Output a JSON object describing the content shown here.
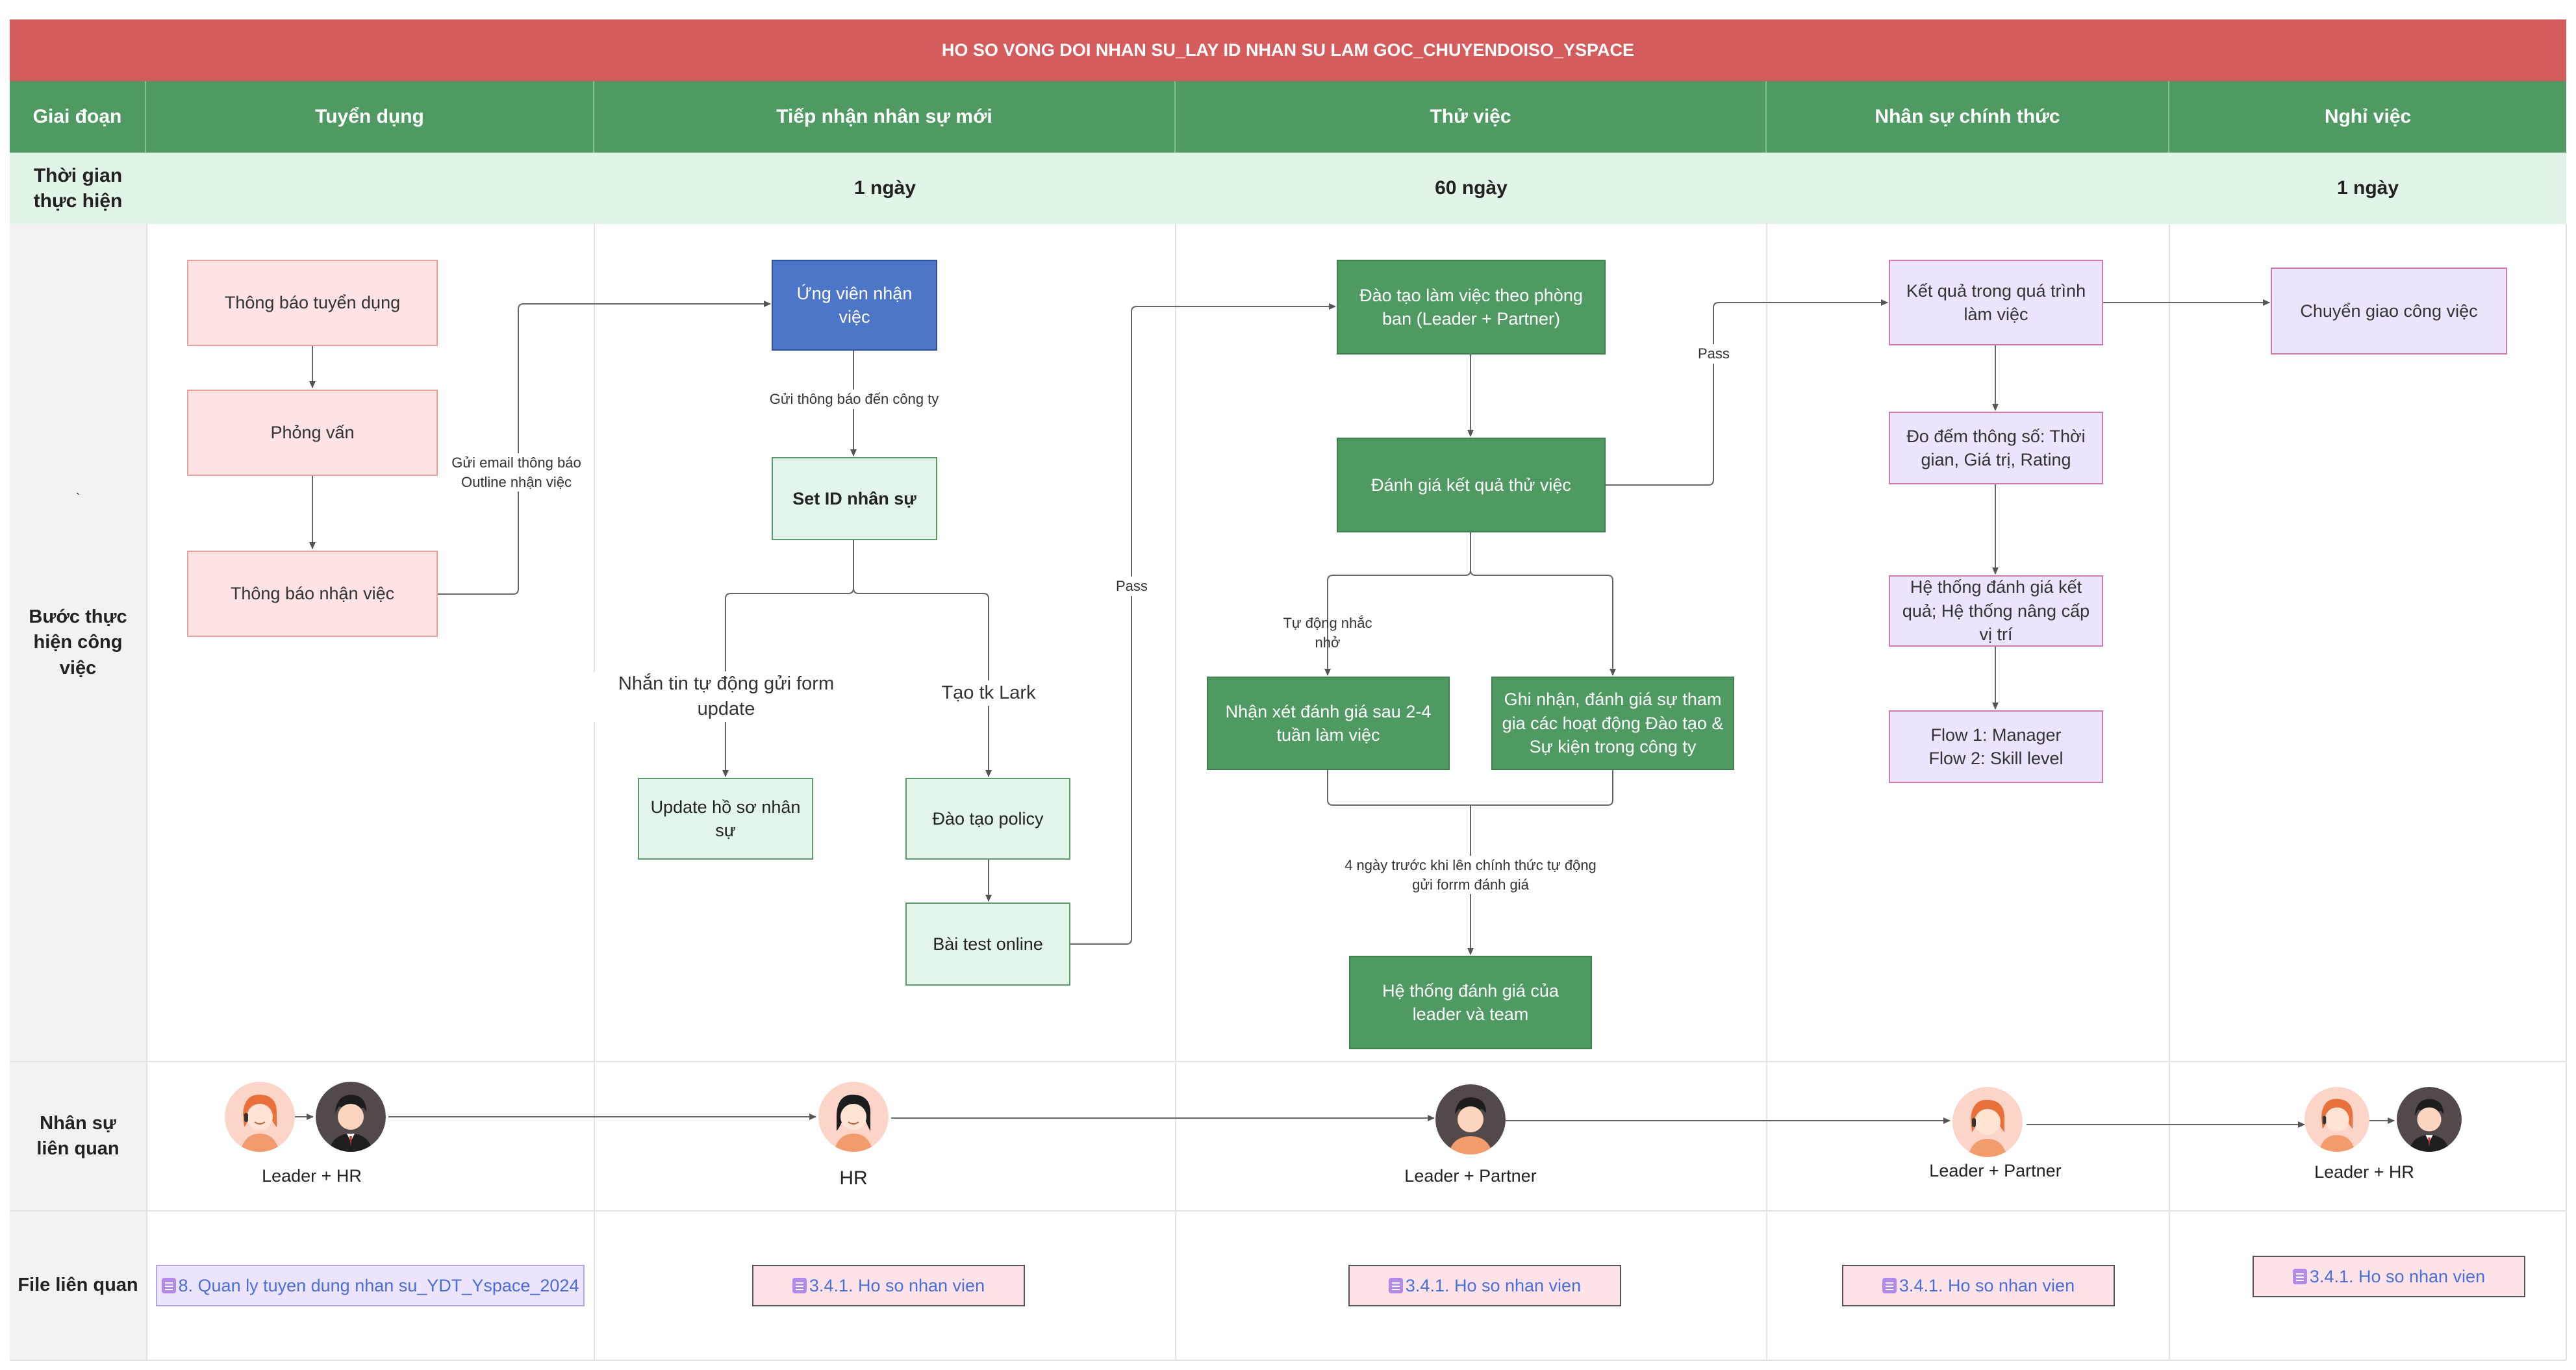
{
  "title": "HO SO VONG DOI NHAN SU_LAY ID NHAN SU LAM GOC_CHUYENDOISO_YSPACE",
  "colors": {
    "title_bar": "#d45c5c",
    "header": "#4f9a62",
    "time_row": "#e2f4e6",
    "pink_node": "#fde3e3",
    "mint_node": "#e3f5e8",
    "blue_node": "#4e76c8",
    "lavender_node": "#ece3fc",
    "link_text": "#4a6fd8"
  },
  "row_labels": {
    "phase": "Giai đoạn",
    "duration": "Thời gian thực hiện",
    "steps": "Bước thực hiện công việc",
    "steps_marker": "`",
    "people": "Nhân sự liên quan",
    "files": "File liên quan"
  },
  "phases": [
    {
      "name": "Tuyển dụng",
      "duration": ""
    },
    {
      "name": "Tiếp nhận nhân sự mới",
      "duration": "1 ngày"
    },
    {
      "name": "Thử việc",
      "duration": "60 ngày"
    },
    {
      "name": "Nhân sự chính thức",
      "duration": ""
    },
    {
      "name": "Nghỉ việc",
      "duration": "1 ngày"
    }
  ],
  "nodes": {
    "recruit_notice": "Thông báo tuyển dụng",
    "interview": "Phỏng vấn",
    "offer_notice": "Thông báo nhận việc",
    "candidate_accept": "Ứng viên nhận việc",
    "set_id": "Set ID nhân sự",
    "update_profile": "Update hồ sơ nhân sự",
    "policy_training": "Đào tạo policy",
    "online_test": "Bài test online",
    "dept_training": "Đào tạo làm việc theo phòng ban (Leader + Partner)",
    "probation_eval": "Đánh giá kết quả thử việc",
    "review_2_4": "Nhận xét đánh giá sau 2-4 tuần làm việc",
    "activity_eval": "Ghi nhận, đánh giá sự tham gia các hoạt động Đào tạo & Sự kiện trong công ty",
    "leader_team_eval": "Hệ thống đánh giá của leader và team",
    "work_results": "Kết quả trong quá trình làm việc",
    "measure_metrics": "Đo đếm thông số: Thời gian, Giá trị, Rating",
    "eval_system": "Hệ thống đánh giá kết quả; Hệ thống nâng cấp vị trí",
    "flows": "Flow 1: Manager\nFlow 2: Skill level",
    "handover": "Chuyển giao công việc"
  },
  "edge_labels": {
    "email_offer": "Gửi email thông báo\nOutline nhận việc",
    "notify_company": "Gửi thông báo đến công ty",
    "auto_form": "Nhắn tin tự động gửi form update",
    "create_lark": "Tạo tk Lark",
    "pass_test": "Pass",
    "pass_eval": "Pass",
    "auto_remind": "Tự động nhắc nhở",
    "four_days": "4 ngày trước khi lên chính thức tự động\ngửi forrm đánh giá"
  },
  "people": [
    {
      "label": "Leader + HR",
      "avatars": [
        "woman-headset-avatar-icon",
        "man-suit-avatar-icon"
      ]
    },
    {
      "label": "HR",
      "avatars": [
        "woman-headset-avatar-icon"
      ]
    },
    {
      "label": "Leader + Partner",
      "avatars": [
        "man-casual-avatar-icon"
      ]
    },
    {
      "label": "Leader + Partner",
      "avatars": [
        "woman-headset-avatar-icon"
      ]
    },
    {
      "label": "Leader + HR",
      "avatars": [
        "woman-headset-avatar-icon",
        "man-suit-avatar-icon"
      ]
    }
  ],
  "files": [
    {
      "label": "8. Quan ly tuyen dung nhan su_YDT_Yspace_2024",
      "icon": "document-icon"
    },
    {
      "label": "3.4.1. Ho so nhan vien",
      "icon": "document-icon"
    },
    {
      "label": "3.4.1. Ho so nhan vien",
      "icon": "document-icon"
    },
    {
      "label": "3.4.1. Ho so nhan vien",
      "icon": "document-icon"
    },
    {
      "label": "3.4.1. Ho so nhan vien",
      "icon": "document-icon"
    }
  ]
}
